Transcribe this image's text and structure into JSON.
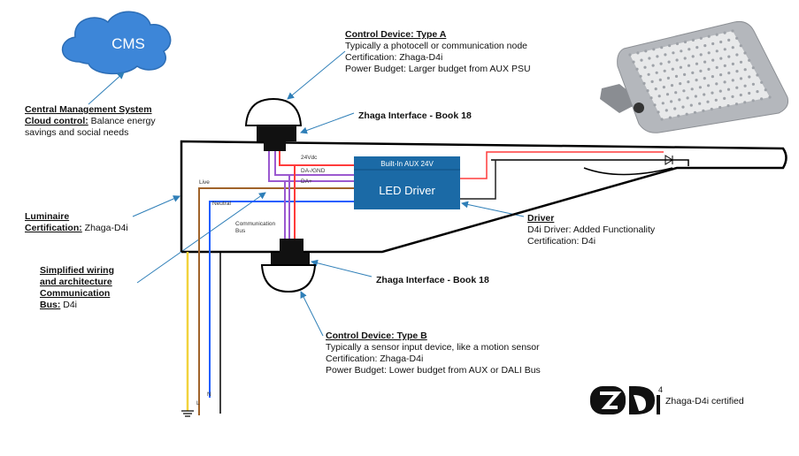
{
  "cloud": {
    "label": "CMS",
    "color": "#3d86d8"
  },
  "cms": {
    "title": "Central Management System",
    "line2_bold": "Cloud control:",
    "line2_rest": " Balance energy",
    "line3": "savings and social needs"
  },
  "device_a": {
    "title": "Control Device: Type A",
    "lines": [
      "Typically a photocell or communication node",
      "Certification: Zhaga-D4i",
      "Power Budget: Larger budget from AUX PSU"
    ]
  },
  "interface_top": "Zhaga Interface - Book 18",
  "interface_bottom": "Zhaga Interface - Book 18",
  "luminaire": {
    "title": "Luminaire",
    "cert_bold": "Certification:",
    "cert_rest": " Zhaga-D4i"
  },
  "wiring": {
    "lines": [
      "Simplified wiring",
      "and architecture",
      "Communication"
    ],
    "last_bold": "Bus:",
    "last_rest": " D4i"
  },
  "driver": {
    "title": "Driver",
    "lines": [
      "D4i Driver: Added Functionality",
      "Certification: D4i"
    ],
    "box_top": "Built-In AUX 24V",
    "box_main": "LED Driver",
    "box_color": "#1b6aa6"
  },
  "device_b": {
    "title": "Control Device: Type B",
    "lines": [
      "Typically a sensor input device, like a motion sensor",
      "Certification: Zhaga-D4i",
      "Power Budget: Lower budget from AUX or DALI Bus"
    ]
  },
  "wire_labels": {
    "v24": "24Vdc",
    "dagnd": "DA-/GND",
    "daplus": "DA+",
    "live": "Live",
    "neutral": "Neutral",
    "comm1": "Communication",
    "comm2": "Bus",
    "l": "L",
    "n": "N"
  },
  "logo": {
    "mark": "ZD4i",
    "sup": "4",
    "caption": "Zhaga-D4i certified"
  },
  "colors": {
    "live": "#a0632a",
    "neutral": "#1f5fff",
    "earth": "#f2d23c",
    "dali": "#9b59d0",
    "aux": "#ff3b3b",
    "arrow": "#2f7fb8"
  }
}
